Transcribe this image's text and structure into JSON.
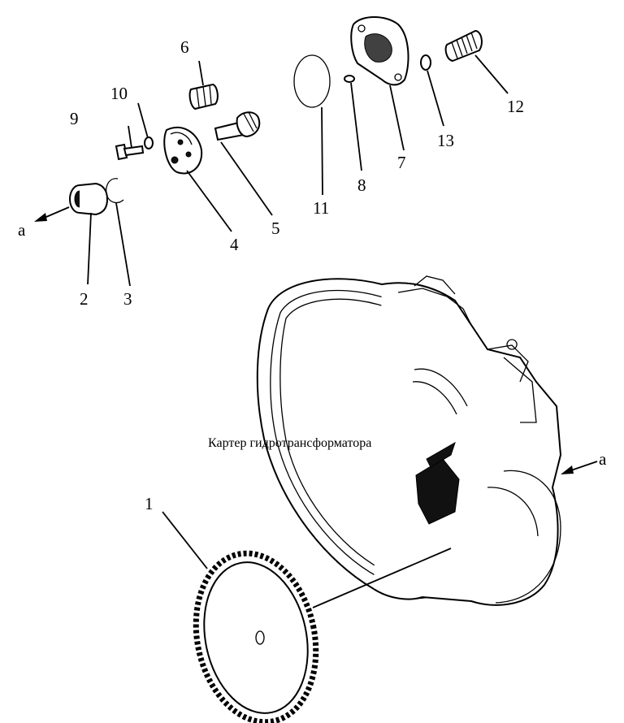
{
  "caption": "Картер гидротрансформатора",
  "callouts": {
    "c1": "1",
    "c2": "2",
    "c3": "3",
    "c4": "4",
    "c5": "5",
    "c6": "6",
    "c7": "7",
    "c8": "8",
    "c9": "9",
    "c10": "10",
    "c11": "11",
    "c12": "12",
    "c13": "13"
  },
  "flow_marker_left": "a",
  "flow_marker_right": "a"
}
